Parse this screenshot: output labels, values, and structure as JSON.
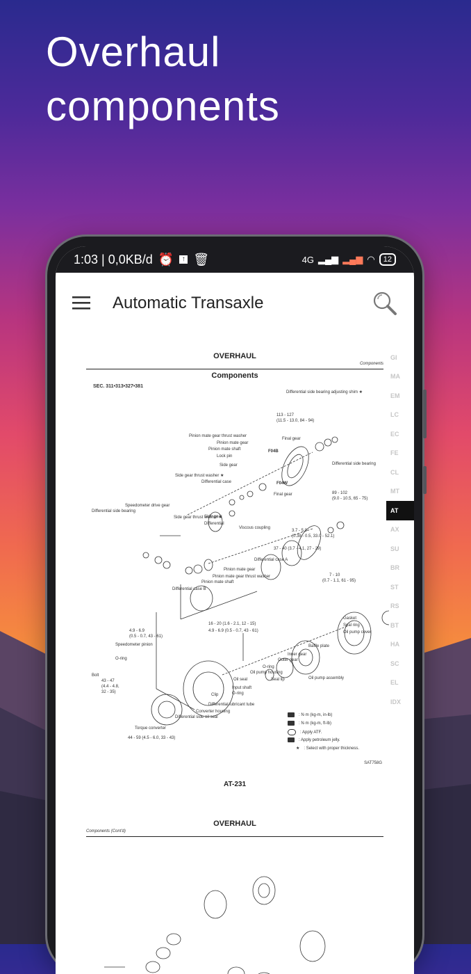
{
  "hero": {
    "line1": "Overhaul",
    "line2": "components"
  },
  "statusbar": {
    "time_info": "1:03 | 0,0KB/d",
    "network": "4G",
    "battery": "12"
  },
  "appbar": {
    "title": "Automatic Transaxle"
  },
  "page1": {
    "header": "OVERHAUL",
    "header_right": "Components",
    "section_title": "Components",
    "sec": "SEC. 311•313•327•381",
    "ref": "SAT758G",
    "page_number": "AT-231",
    "labels": [
      "Differential side bearing adjusting shim ★",
      "113 - 127",
      "(11.5 - 13.0, 84 - 94)",
      "Pinion mate gear thrust washer",
      "Pinion mate gear",
      "Pinion mate shaft",
      "Lock pin",
      "Side gear",
      "Side gear thrust washer ★",
      "Differential case",
      "F04B",
      "Final gear",
      "Differential side bearing",
      "F04W",
      "Final gear",
      "89 - 102",
      "(9.0 - 10.5, 65 - 75)",
      "Speedometer drive gear",
      "Differential side bearing",
      "Side gear thrust washer ★",
      "Side gear",
      "Differential",
      "Viscous coupling",
      "3.7 - 5.0",
      "(0.38 - 0.5, 33.0 - 52.1)",
      "37 - 40 (3.7 - 4.1, 27 - 29)",
      "Differential case A",
      "Pinion mate gear",
      "Pinion mate gear thrust washer",
      "Pinion mate shaft",
      "Differential case B",
      "7 - 10",
      "(0.7 - 1.1, 61 - 95)",
      "16 - 20 (1.6 - 2.1, 12 - 15)",
      "4.9 - 6.9 (0.5 - 0.7, 43 - 61)",
      "4.9 - 6.9",
      "(0.5 - 0.7, 43 - 61)",
      "Gasket",
      "Seal ring",
      "Oil pump cover",
      "Speedometer pinion",
      "Baffle plate",
      "O-ring",
      "Inner gear",
      "Outer gear",
      "O-ring",
      "Bolt",
      "43 - 47",
      "(4.4 - 4.8,",
      "32 - 35)",
      "Oil pump housing",
      "Oil seal",
      "Seal lip",
      "Oil pump assembly",
      "Input shaft",
      "O-ring",
      "Clip",
      "Differential lubricant tube",
      "Converter housing",
      "Differential side oil seal",
      "Torque converter",
      "44 - 59 (4.5 - 6.0, 33 - 43)"
    ],
    "legend": [
      ": N·m (kg-m, in-lb)",
      ": N·m (kg-m, ft-lb)",
      ": Apply ATF.",
      ": Apply petroleum jelly.",
      ": Select with proper thickness."
    ]
  },
  "page2": {
    "header": "OVERHAUL",
    "header_left": "Components (Cont'd)"
  },
  "side_tabs": [
    "GI",
    "MA",
    "EM",
    "LC",
    "EC",
    "FE",
    "CL",
    "MT",
    "AT",
    "AX",
    "SU",
    "BR",
    "ST",
    "RS",
    "BT",
    "HA",
    "SC",
    "EL",
    "IDX"
  ],
  "active_tab": "AT",
  "colors": {
    "accent": "#111111",
    "tab_inactive": "#c6c6c6"
  }
}
